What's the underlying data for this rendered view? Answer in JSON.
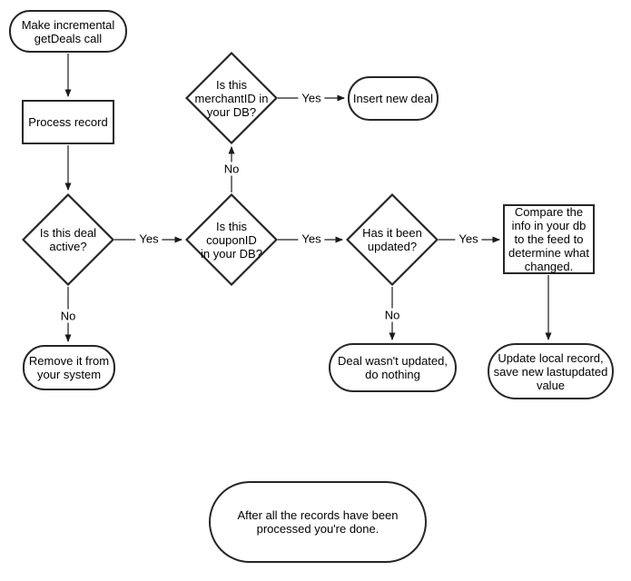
{
  "canvas": {
    "background": "#ffffff",
    "shape_border_color": "#262626",
    "connector_color": "#5e5e5e",
    "arrowhead_color": "#1a1a1a",
    "text_color": "#000000"
  },
  "nodes": {
    "start": {
      "shape": "terminator",
      "label": "Make incremental\ngetDeals call"
    },
    "process_record": {
      "shape": "process",
      "label": "Process record"
    },
    "deal_active": {
      "shape": "decision",
      "label": "Is this deal\nactive?"
    },
    "merchant_in_db": {
      "shape": "decision",
      "label": "Is this\nmerchantID in\nyour DB?"
    },
    "insert_new_deal": {
      "shape": "terminator",
      "label": "Insert new deal"
    },
    "coupon_in_db": {
      "shape": "decision",
      "label": "Is this\ncouponID\nin your DB?"
    },
    "has_been_updated": {
      "shape": "decision",
      "label": "Has it been\nupdated?"
    },
    "compare_info": {
      "shape": "process",
      "label": "Compare the\ninfo in your db\nto the feed to\ndetermine what\nchanged."
    },
    "remove_from_system": {
      "shape": "terminator",
      "label": "Remove it from\nyour system"
    },
    "deal_not_updated": {
      "shape": "terminator",
      "label": "Deal wasn't updated,\ndo nothing"
    },
    "update_local_record": {
      "shape": "terminator",
      "label": "Update local record,\nsave new lastupdated\nvalue"
    },
    "done": {
      "shape": "terminator",
      "label": "After all the records have been\nprocessed you're done."
    }
  },
  "edge_labels": {
    "deal_active_yes": "Yes",
    "deal_active_no": "No",
    "coupon_no": "No",
    "coupon_yes": "Yes",
    "merchant_yes": "Yes",
    "updated_yes": "Yes",
    "updated_no": "No"
  }
}
